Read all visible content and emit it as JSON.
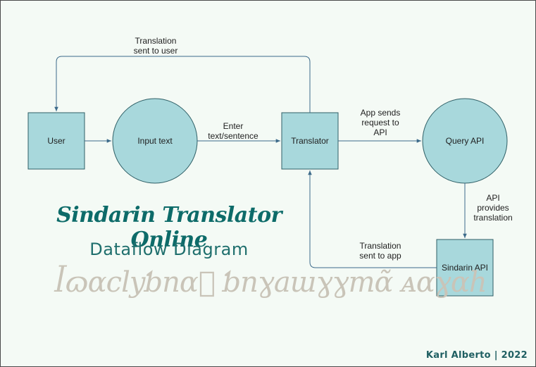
{
  "nodes": {
    "user": "User",
    "input_text": "Input text",
    "translator": "Translator",
    "query_api": "Query API",
    "sindarin_api": "Sindarin API"
  },
  "edges": {
    "translation_to_user": "Translation\nsent to user",
    "enter_text": "Enter\ntext/sentence",
    "app_sends": "App sends\nrequest to\nAPI",
    "api_provides": "API\nprovides\ntranslation",
    "translation_to_app": "Translation\nsent to app"
  },
  "title": "Sindarin Translator Online",
  "subtitle": "Dataflow Diagram",
  "tengwar_watermark": "ꟾɷɑclyƅnɑᷭ ƅnɣaɯɣɣmɑ̃ ᴀɑɣɑh",
  "author": "Karl Alberto | 2022",
  "colors": {
    "node_fill": "#a8d8dc",
    "node_stroke": "#2f5f66",
    "arrow": "#3c6a8a",
    "title": "#0d6b69"
  }
}
